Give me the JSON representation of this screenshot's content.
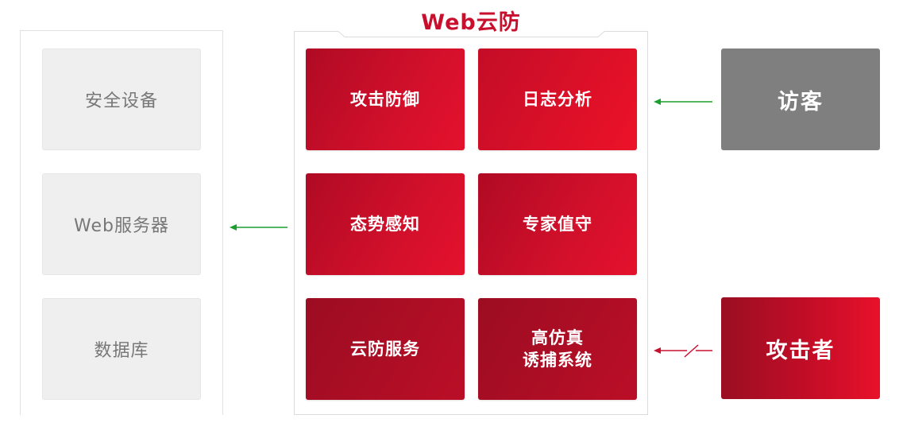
{
  "servers": {
    "items": [
      {
        "label": "安全设备"
      },
      {
        "label": "Web服务器"
      },
      {
        "label": "数据库"
      }
    ]
  },
  "cloud": {
    "title": "Web云防",
    "tiles": [
      {
        "lines": [
          "攻击防御"
        ]
      },
      {
        "lines": [
          "日志分析"
        ]
      },
      {
        "lines": [
          "态势感知"
        ]
      },
      {
        "lines": [
          "专家值守"
        ]
      },
      {
        "lines": [
          "云防服务"
        ]
      },
      {
        "lines": [
          "高仿真",
          "诱捕系统"
        ]
      }
    ]
  },
  "actors": {
    "visitor": {
      "label": "访客"
    },
    "attacker": {
      "label": "攻击者"
    }
  },
  "colors": {
    "brand_red": "#c8102e",
    "visitor_gray": "#7f7f7f",
    "arrow_green": "#1a9e2e",
    "arrow_red": "#c8102e",
    "server_gray": "#efefef"
  }
}
